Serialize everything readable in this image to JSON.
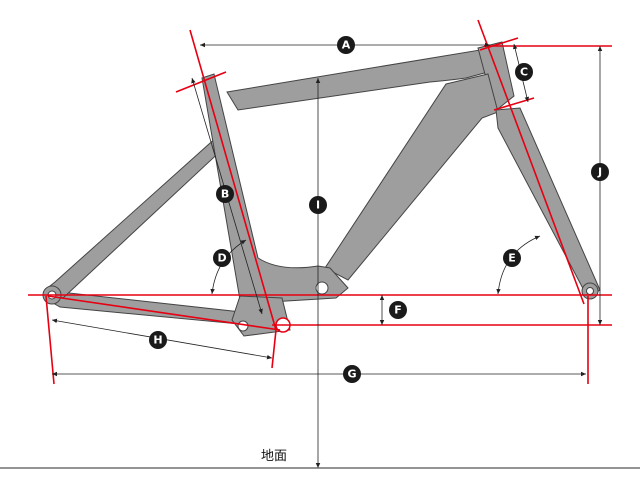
{
  "labels": {
    "a": "A",
    "b": "B",
    "c": "C",
    "d": "D",
    "e": "E",
    "f": "F",
    "g": "G",
    "h": "H",
    "i": "I",
    "j": "J"
  },
  "ground_label": "地面",
  "colors": {
    "frame": "#9e9e9e",
    "reference_line": "#e60012",
    "dimension": "#222222",
    "badge": "#1a1a1a"
  }
}
